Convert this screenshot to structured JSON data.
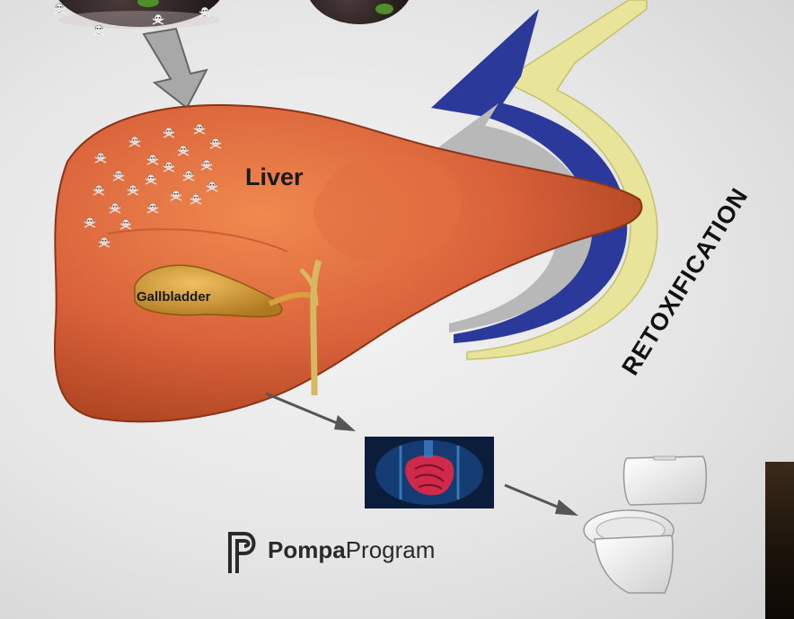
{
  "labels": {
    "liver": "Liver",
    "gallbladder": "Gallbladder",
    "retoxification": "RETOXIFICATION"
  },
  "brand": {
    "bold": "Pompa",
    "regular": "Program"
  },
  "icons": [
    "skull-crossbones-icon",
    "intestines-icon",
    "toilet-icon",
    "pompa-logo-icon"
  ],
  "colors": {
    "liver": "#d9623a",
    "gallbladder": "#c8912c",
    "arrow_yellow": "#e8e59a",
    "arrow_blue": "#2b3a9a",
    "arrow_gray": "#b8b8b8",
    "text": "#1a1a1a"
  }
}
